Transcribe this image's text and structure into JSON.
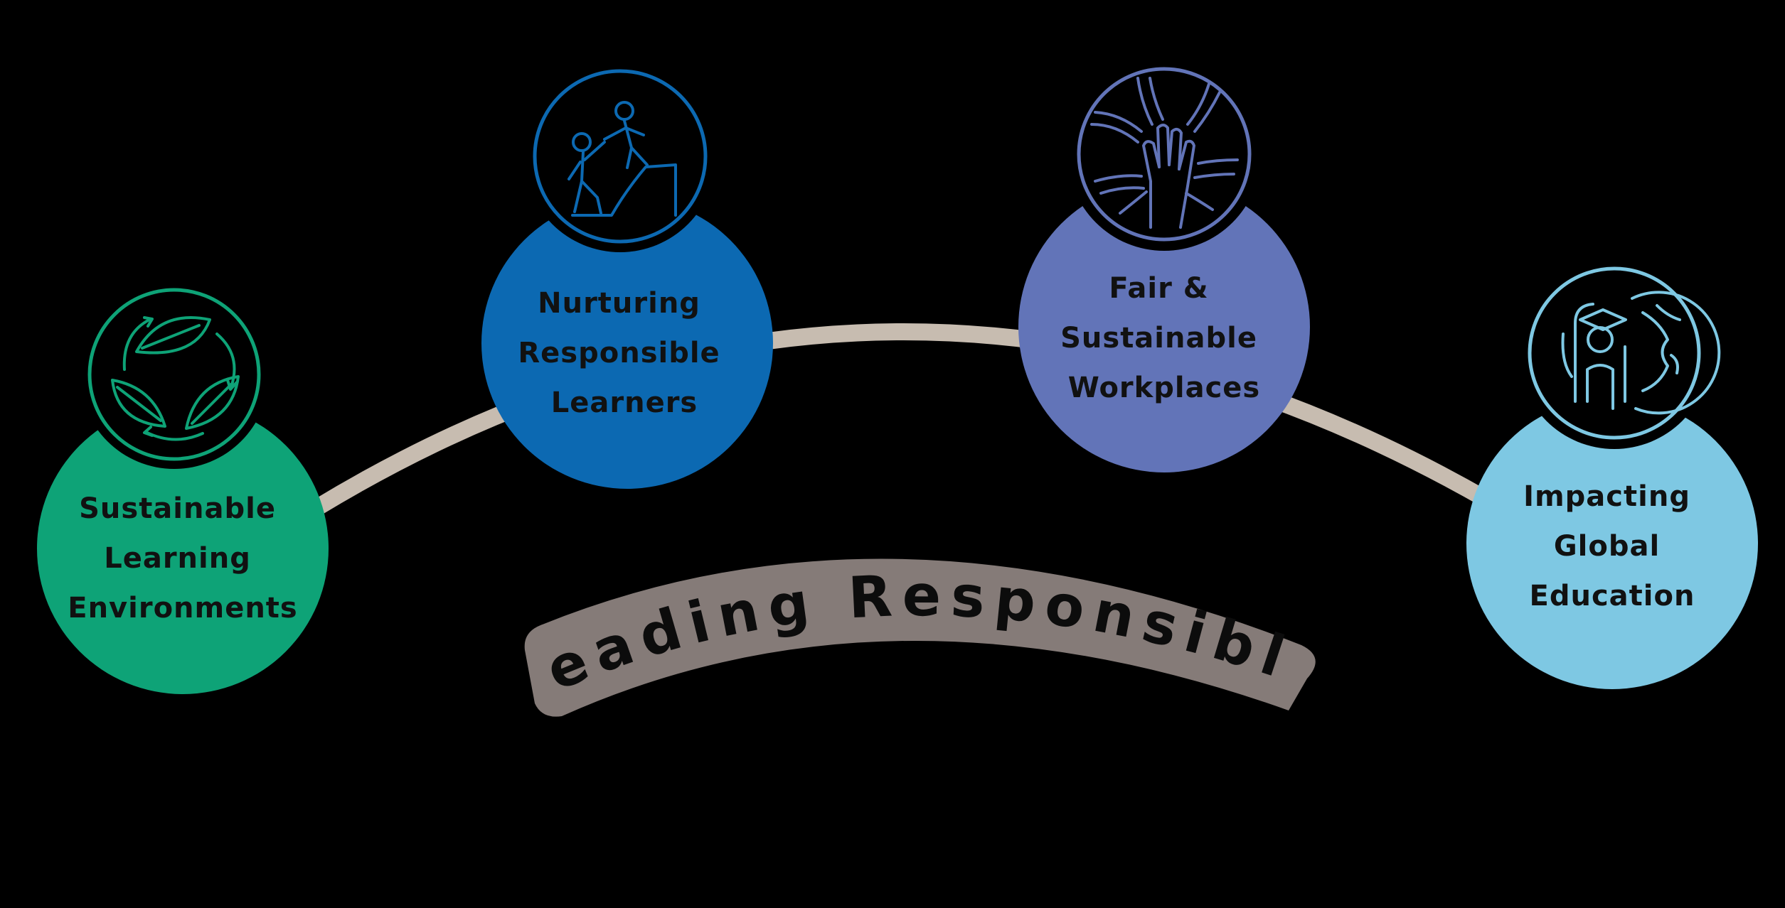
{
  "background_color": "#000000",
  "connector_color": "#c7bcb0",
  "banner": {
    "text": "Leading Responsibly",
    "color": "#857b78"
  },
  "pillars": [
    {
      "lines": [
        "Sustainable",
        "Learning",
        "Environments"
      ],
      "color": "#0ea377",
      "icon": "recycle-leaves-icon"
    },
    {
      "lines": [
        "Nurturing",
        "Responsible",
        "Learners"
      ],
      "color": "#0c69b2",
      "icon": "helping-climb-icon"
    },
    {
      "lines": [
        "Fair &",
        "Sustainable",
        "Workplaces"
      ],
      "color": "#6274b8",
      "icon": "joined-hands-icon"
    },
    {
      "lines": [
        "Impacting",
        "Global",
        "Education"
      ],
      "color": "#7ec8e3",
      "icon": "graduate-globe-icon"
    }
  ]
}
